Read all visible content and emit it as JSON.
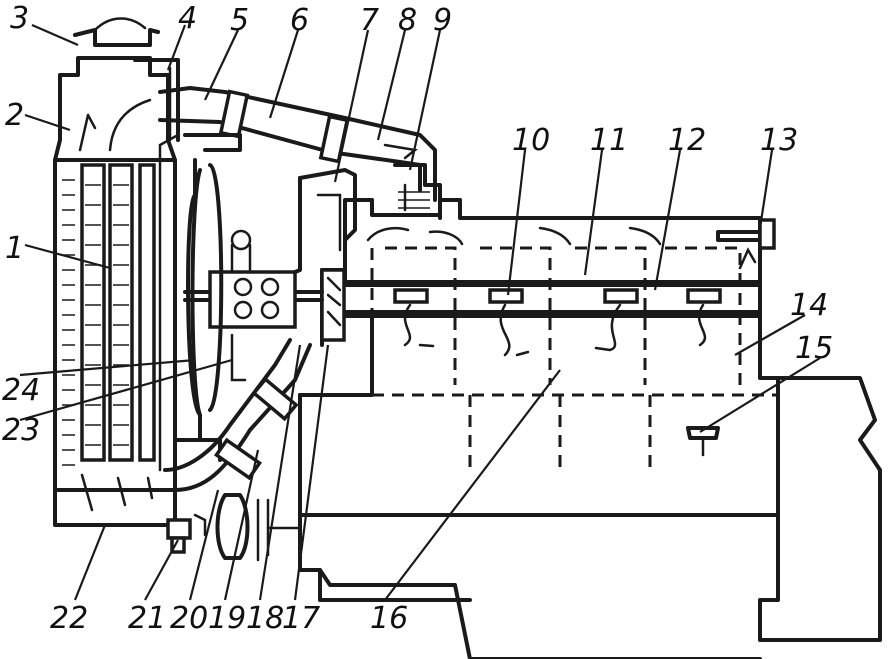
{
  "figure": {
    "part_labels": [
      "1",
      "2",
      "3",
      "4",
      "5",
      "6",
      "7",
      "8",
      "9",
      "10",
      "11",
      "12",
      "13",
      "14",
      "15",
      "16",
      "17",
      "18",
      "19",
      "20",
      "21",
      "22",
      "23",
      "24"
    ]
  },
  "colors": {
    "ink": "#1a1a1a",
    "paper": "#ffffff"
  }
}
